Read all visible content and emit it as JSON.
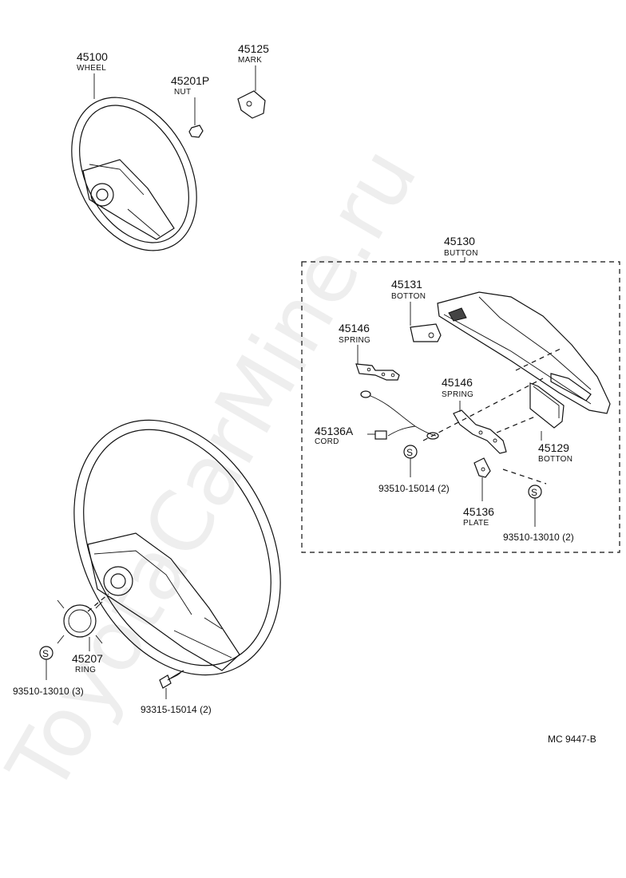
{
  "watermark": "ToyotaCarMine.ru",
  "diagram_code": "MC 9447-B",
  "parts": {
    "wheel": {
      "number": "45100",
      "name": "WHEEL"
    },
    "nut": {
      "number": "45201P",
      "name": "NUT"
    },
    "mark": {
      "number": "45125",
      "name": "MARK"
    },
    "button_assy": {
      "number": "45130",
      "name": "BUTTON"
    },
    "botton_45131": {
      "number": "45131",
      "name": "BOTTON"
    },
    "spring_left": {
      "number": "45146",
      "name": "SPRING"
    },
    "spring_right": {
      "number": "45146",
      "name": "SPRING"
    },
    "cord": {
      "number": "45136A",
      "name": "CORD"
    },
    "botton_45129": {
      "number": "45129",
      "name": "BOTTON"
    },
    "plate": {
      "number": "45136",
      "name": "PLATE"
    },
    "ring": {
      "number": "45207",
      "name": "RING"
    }
  },
  "fasteners": {
    "screw_15014": "93510-15014 (2)",
    "screw_13010_box": "93510-13010 (2)",
    "screw_13010_ring": "93510-13010 (3)",
    "bolt_15014": "93315-15014 (2)"
  },
  "symbols": {
    "screw": "S"
  }
}
